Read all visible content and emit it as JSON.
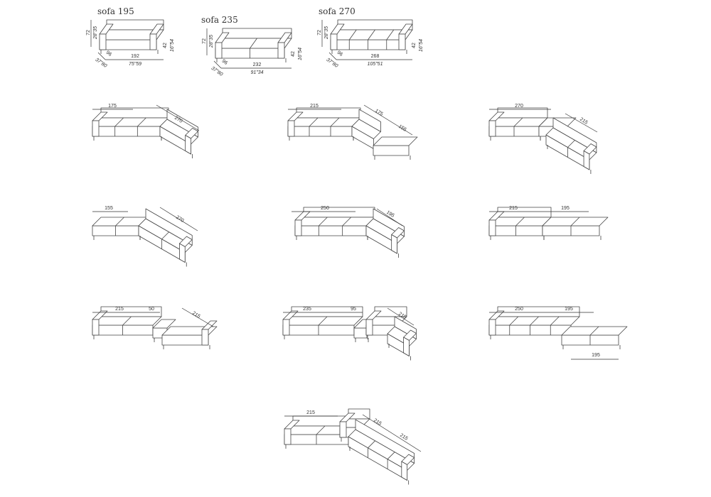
{
  "colors": {
    "line": "#444444",
    "background": "#ffffff"
  },
  "sofas": [
    {
      "title": "sofa 195",
      "height": "72",
      "height_in": "28\"35",
      "seat_height": "42",
      "seat_height_in": "16\"54",
      "depth": "96",
      "depth_in": "37\"80",
      "width": "192",
      "width_in": "75\"59"
    },
    {
      "title": "sofa 235",
      "height": "72",
      "height_in": "28\"35",
      "seat_height": "42",
      "seat_height_in": "16\"54",
      "depth": "96",
      "depth_in": "37\"80",
      "width": "232",
      "width_in": "91\"34"
    },
    {
      "title": "sofa 270",
      "height": "72",
      "height_in": "28\"35",
      "seat_height": "42",
      "seat_height_in": "16\"54",
      "depth": "96",
      "depth_in": "37\"80",
      "width": "268",
      "width_in": "105\"51"
    }
  ],
  "configurations": [
    {
      "labels": [
        "175",
        "270"
      ]
    },
    {
      "labels": [
        "215",
        "175",
        "155"
      ]
    },
    {
      "labels": [
        "270",
        "215"
      ]
    },
    {
      "labels": [
        "155",
        "270"
      ]
    },
    {
      "labels": [
        "250",
        "195"
      ]
    },
    {
      "labels": [
        "215",
        "195"
      ]
    },
    {
      "labels": [
        "215",
        "50",
        "215"
      ]
    },
    {
      "labels": [
        "235",
        "95",
        "215"
      ]
    },
    {
      "labels": [
        "250",
        "195",
        "195"
      ]
    },
    {
      "labels": [
        "215",
        "215",
        "215"
      ]
    }
  ]
}
